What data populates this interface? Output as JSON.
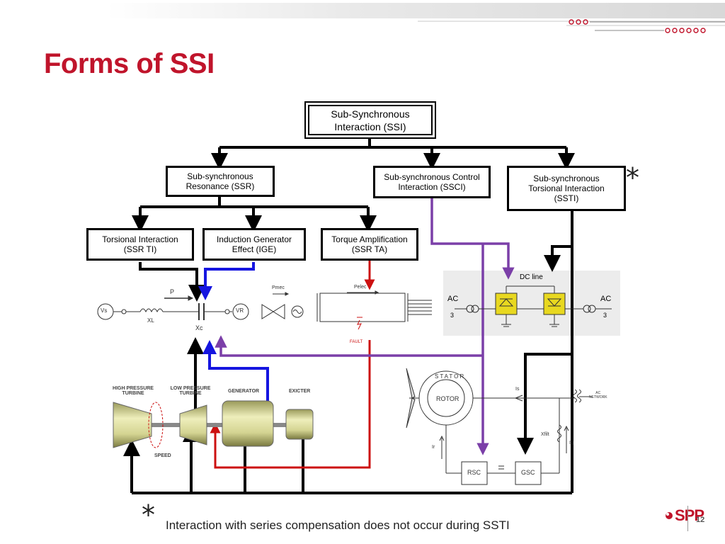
{
  "slide": {
    "title": "Forms of SSI",
    "footnote_mark": "*",
    "footnote": "Interaction with series compensation does not occur during SSTI",
    "page_number": "12",
    "logo": "SPP"
  },
  "diagram": {
    "root": {
      "line1": "Sub-Synchronous",
      "line2": "Interaction (SSI)"
    },
    "ssr": {
      "line1": "Sub-synchronous",
      "line2": "Resonance (SSR)"
    },
    "ssci": {
      "line1": "Sub-synchronous Control",
      "line2": "Interaction (SSCI)"
    },
    "ssti": {
      "line1": "Sub-synchronous",
      "line2": "Torsional Interaction",
      "line3": "(SSTI)",
      "mark": "*"
    },
    "ti": {
      "line1": "Torsional Interaction",
      "line2": "(SSR TI)"
    },
    "ige": {
      "line1": "Induction Generator",
      "line2": "Effect (IGE)"
    },
    "ta": {
      "line1": "Torque Amplification",
      "line2": "(SSR TA)"
    }
  },
  "circuit": {
    "vs": "Vs",
    "vr": "VR",
    "xl": "XL",
    "xc": "Xc",
    "p": "P",
    "pmec": "Pmec",
    "pelec": "Pelec",
    "fault": "FAULT",
    "dc_line": "DC line",
    "ac_left": "AC",
    "ac_left_phase": "3",
    "ac_right": "AC",
    "ac_right_phase": "3"
  },
  "machine": {
    "hp_turbine": [
      "HIGH PRESSURE",
      "TURBINE"
    ],
    "lp_turbine": [
      "LOW PRESSURE",
      "TURBINE"
    ],
    "generator": "GENERATOR",
    "exciter": "EXICTER",
    "speed": "SPEED"
  },
  "dfig": {
    "stator": "STATOR",
    "rotor": "ROTOR",
    "is": "Is",
    "ir": "Ir",
    "ig": "Ig",
    "xfilter": "Xfilt",
    "ac_network": [
      "AC",
      "NETWORK"
    ],
    "rsc": "RSC",
    "gsc": "GSC"
  },
  "colors": {
    "title": "#C0142B",
    "tree": "#000000",
    "ige_link": "#1515E0",
    "ta_link": "#CC1010",
    "ssci_link": "#7B3FA8",
    "machine_body": "#D8D89A",
    "converter": "#E8D820"
  }
}
